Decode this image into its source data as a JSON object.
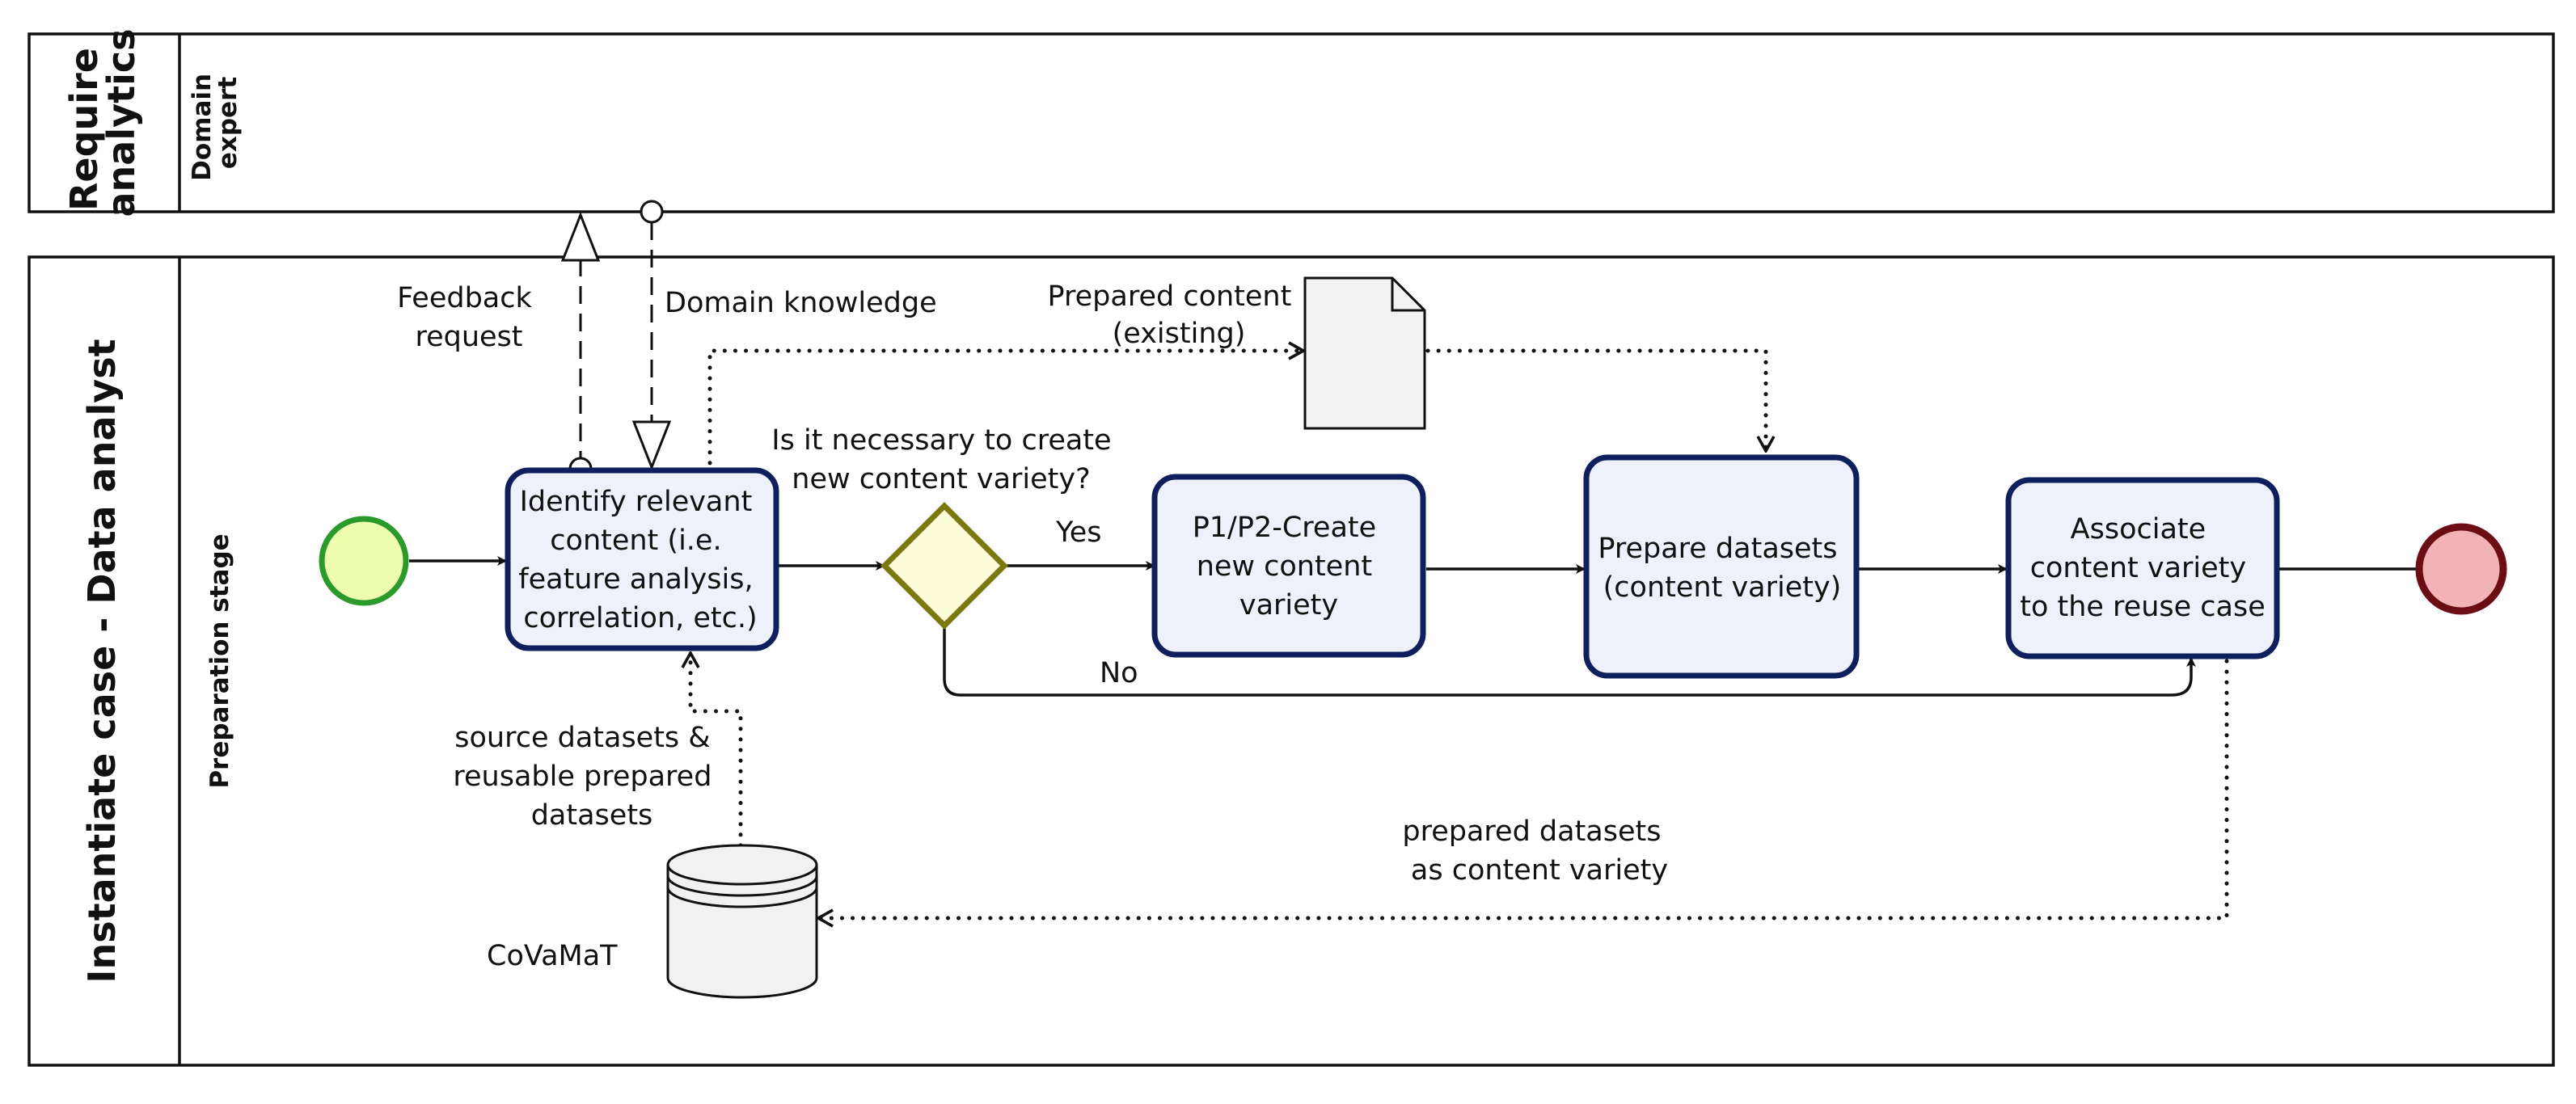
{
  "colors": {
    "task_fill": "#eef0fc",
    "task_stroke": "#0f1e5c",
    "start_fill": "#eefcb0",
    "start_stroke": "#2a9a2a",
    "end_fill": "#f2b3b6",
    "end_stroke": "#6b0d12",
    "gateway_fill": "#fdfcd9",
    "gateway_stroke": "#7b7a12",
    "doc_fill": "#f1f1f1"
  },
  "pools": {
    "top": {
      "title_line1": "Require",
      "title_line2": "analytics",
      "lane_line1": "Domain",
      "lane_line2": "expert"
    },
    "bottom": {
      "title": "Instantiate case - Data analyst",
      "lane": "Preparation stage"
    }
  },
  "tasks": {
    "identify": {
      "line1": "Identify relevant",
      "line2": "content (i.e.",
      "line3": "feature analysis,",
      "line4": "correlation, etc.)"
    },
    "create": {
      "line1": "P1/P2-Create",
      "line2": "new content",
      "line3": "variety"
    },
    "prepare": {
      "line1": "Prepare datasets",
      "line2": "(content variety)"
    },
    "associate": {
      "line1": "Associate",
      "line2": "content variety",
      "line3": "to the reuse case"
    }
  },
  "gateway": {
    "question_line1": "Is it necessary to create",
    "question_line2": "new content variety?",
    "yes": "Yes",
    "no": "No"
  },
  "messages": {
    "feedback_line1": "Feedback",
    "feedback_line2": "request",
    "domain_knowledge": "Domain knowledge"
  },
  "data_objects": {
    "prepared_content_line1": "Prepared content",
    "prepared_content_line2": "(existing)",
    "store_name": "CoVaMaT",
    "source_line1": "source datasets &",
    "source_line2": "reusable prepared",
    "source_line3": "datasets",
    "output_line1": "prepared datasets",
    "output_line2": "as content variety"
  }
}
